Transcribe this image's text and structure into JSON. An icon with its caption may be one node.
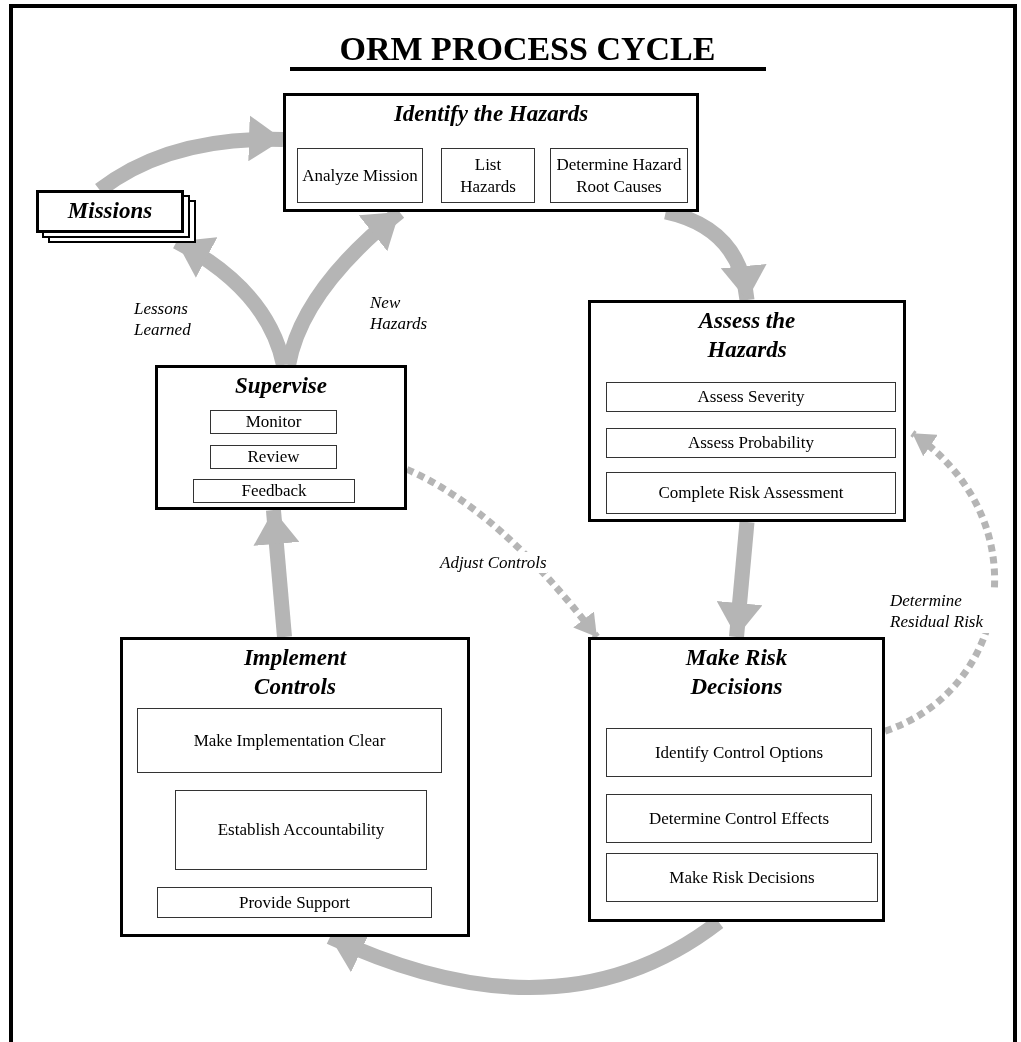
{
  "diagram": {
    "title": "ORM PROCESS CYCLE",
    "nodes": [
      {
        "text": [
          "Identify the Hazards"
        ]
      },
      {
        "text": [
          "Analyze Mission"
        ],
        "in": 0
      },
      {
        "text": [
          "List Hazards"
        ],
        "in": 0
      },
      {
        "text": [
          "Determine Hazard Root Causes"
        ],
        "in": 0
      },
      {
        "text": [
          "Missions"
        ]
      },
      {
        "text": [
          "Assess the Hazards"
        ]
      },
      {
        "text": [
          "Assess Severity"
        ],
        "in": 5
      },
      {
        "text": [
          "Assess Probability"
        ],
        "in": 5
      },
      {
        "text": [
          "Complete Risk Assessment"
        ],
        "in": 5
      },
      {
        "text": [
          "Supervise"
        ]
      },
      {
        "text": [
          "Monitor"
        ],
        "in": 9
      },
      {
        "text": [
          "Review"
        ],
        "in": 9
      },
      {
        "text": [
          "Feedback"
        ],
        "in": 9
      },
      {
        "text": [
          "Implement Controls"
        ]
      },
      {
        "text": [
          "Make Implementation Clear"
        ],
        "in": 13
      },
      {
        "text": [
          "Establish Accountability"
        ],
        "in": 13
      },
      {
        "text": [
          "Provide Support"
        ],
        "in": 13
      },
      {
        "text": [
          "Make Risk Decisions"
        ]
      },
      {
        "text": [
          "Identify Control Options"
        ],
        "in": 17
      },
      {
        "text": [
          "Determine Control Effects"
        ],
        "in": 17
      },
      {
        "text": [
          "Make Risk Decisions"
        ],
        "in": 17
      }
    ],
    "edges": [
      {
        "from": 4,
        "to": 0,
        "arrow": "to"
      },
      {
        "from": 0,
        "to": 5,
        "arrow": "to"
      },
      {
        "from": 5,
        "to": 17,
        "arrow": "to"
      },
      {
        "from": 17,
        "to": 13,
        "arrow": "to"
      },
      {
        "from": 13,
        "to": 9,
        "arrow": "to"
      },
      {
        "from": 9,
        "to": 4,
        "arrow": "to",
        "label": "Lessons Learned"
      },
      {
        "from": 9,
        "to": 0,
        "arrow": "to",
        "label": "New Hazards"
      },
      {
        "from": 9,
        "to": 17,
        "arrow": "to",
        "style": "dashed",
        "label": "Adjust Controls"
      },
      {
        "from": 17,
        "to": 5,
        "arrow": "to",
        "style": "dashed",
        "label": "Determine Residual Risk"
      }
    ]
  }
}
